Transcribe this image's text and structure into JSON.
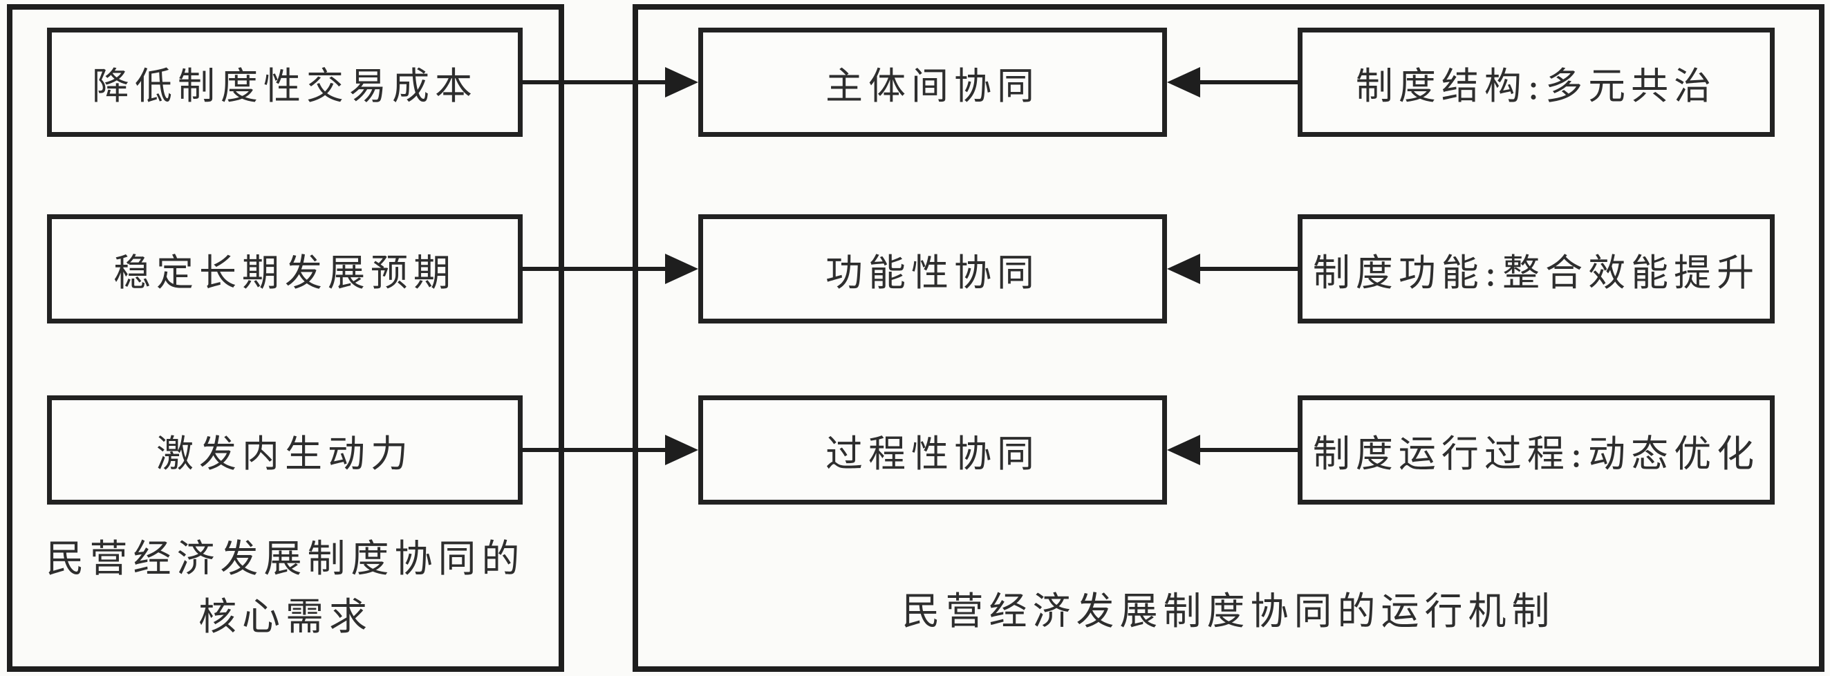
{
  "diagram": {
    "title_hint": "民营经济发展制度协同 流程图",
    "left_panel": {
      "needs": [
        "降低制度性交易成本",
        "稳定长期发展预期",
        "激发内生动力"
      ],
      "caption_line1": "民营经济发展制度协同的",
      "caption_line2": "核心需求"
    },
    "right_panel": {
      "mechanisms": [
        "主体间协同",
        "功能性协同",
        "过程性协同"
      ],
      "institutions": [
        "制度结构:多元共治",
        "制度功能:整合效能提升",
        "制度运行过程:动态优化"
      ],
      "caption": "民营经济发展制度协同的运行机制"
    },
    "colors": {
      "line": "#1e1e1e",
      "text": "#2e2e2e",
      "background": "#fbfbf9"
    }
  }
}
